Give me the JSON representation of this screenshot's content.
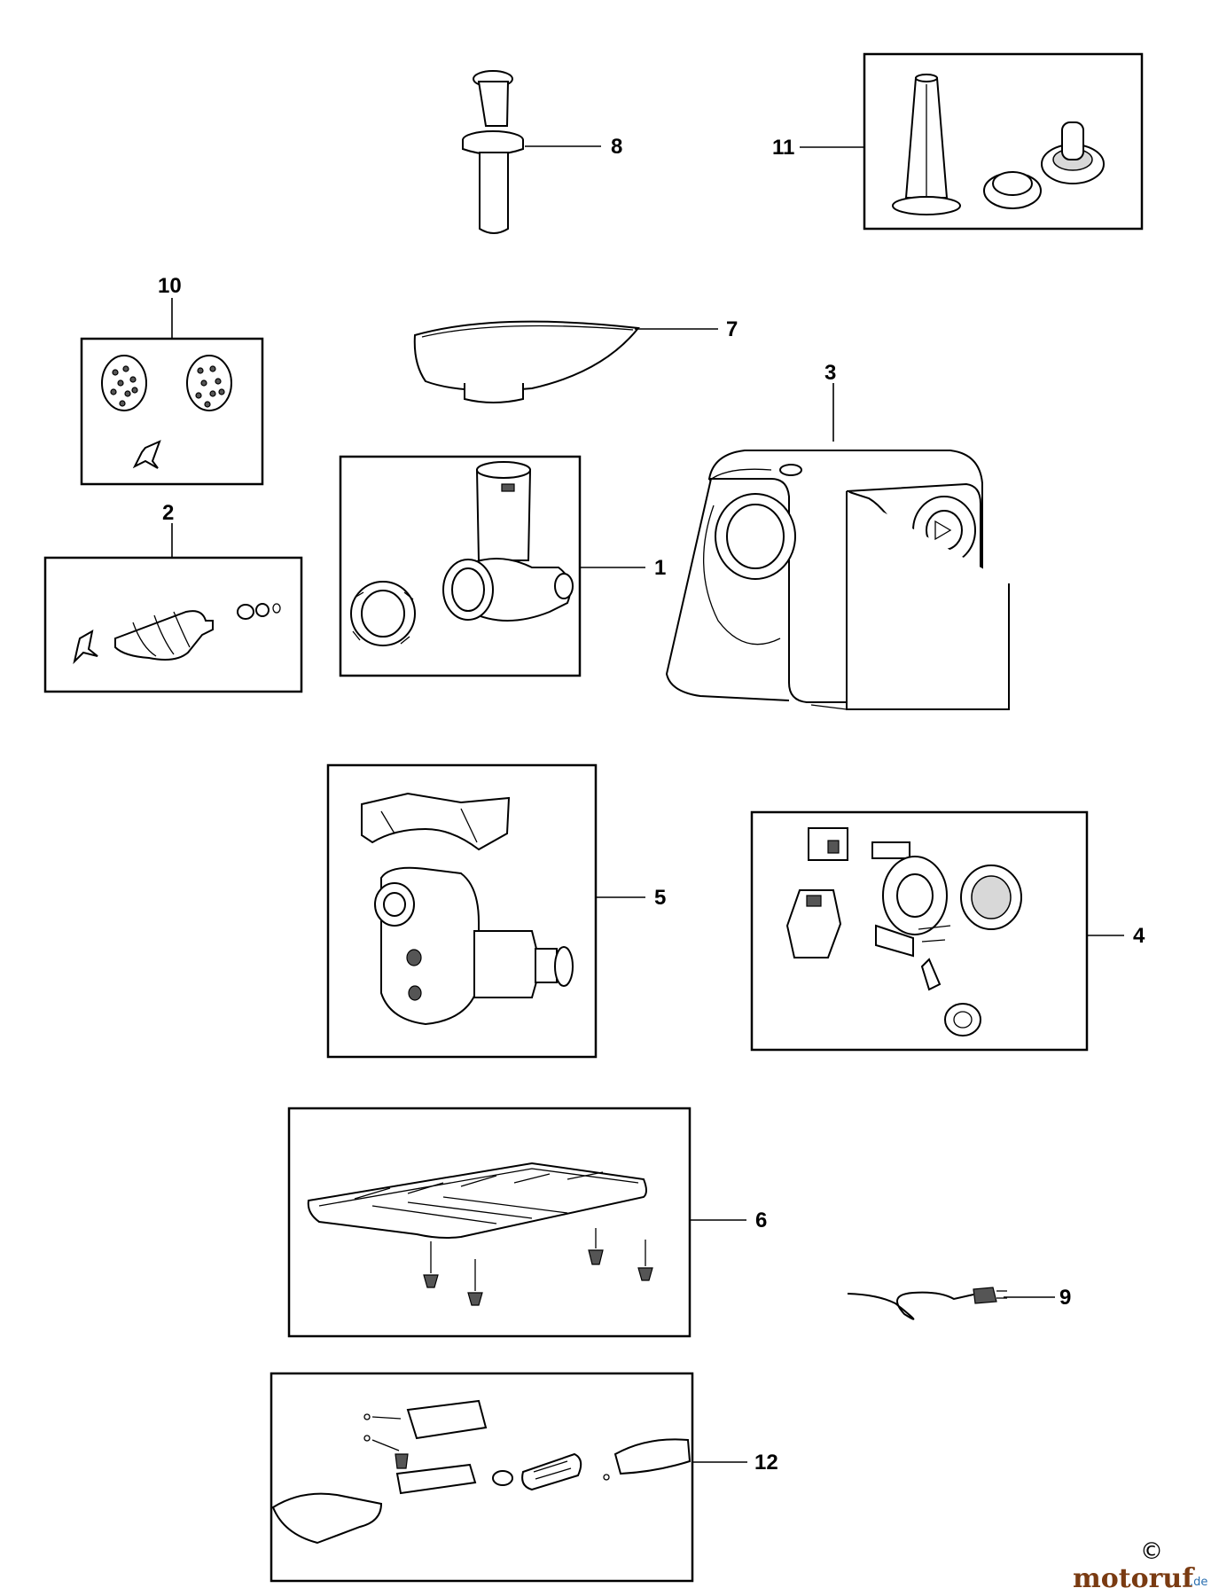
{
  "callouts": {
    "c1": "1",
    "c2": "2",
    "c3": "3",
    "c4": "4",
    "c5": "5",
    "c6": "6",
    "c7": "7",
    "c8": "8",
    "c9": "9",
    "c10": "10",
    "c11": "11",
    "c12": "12"
  },
  "watermark": {
    "brand": "motoruf",
    "suffix": ".de",
    "copyright": "©"
  }
}
